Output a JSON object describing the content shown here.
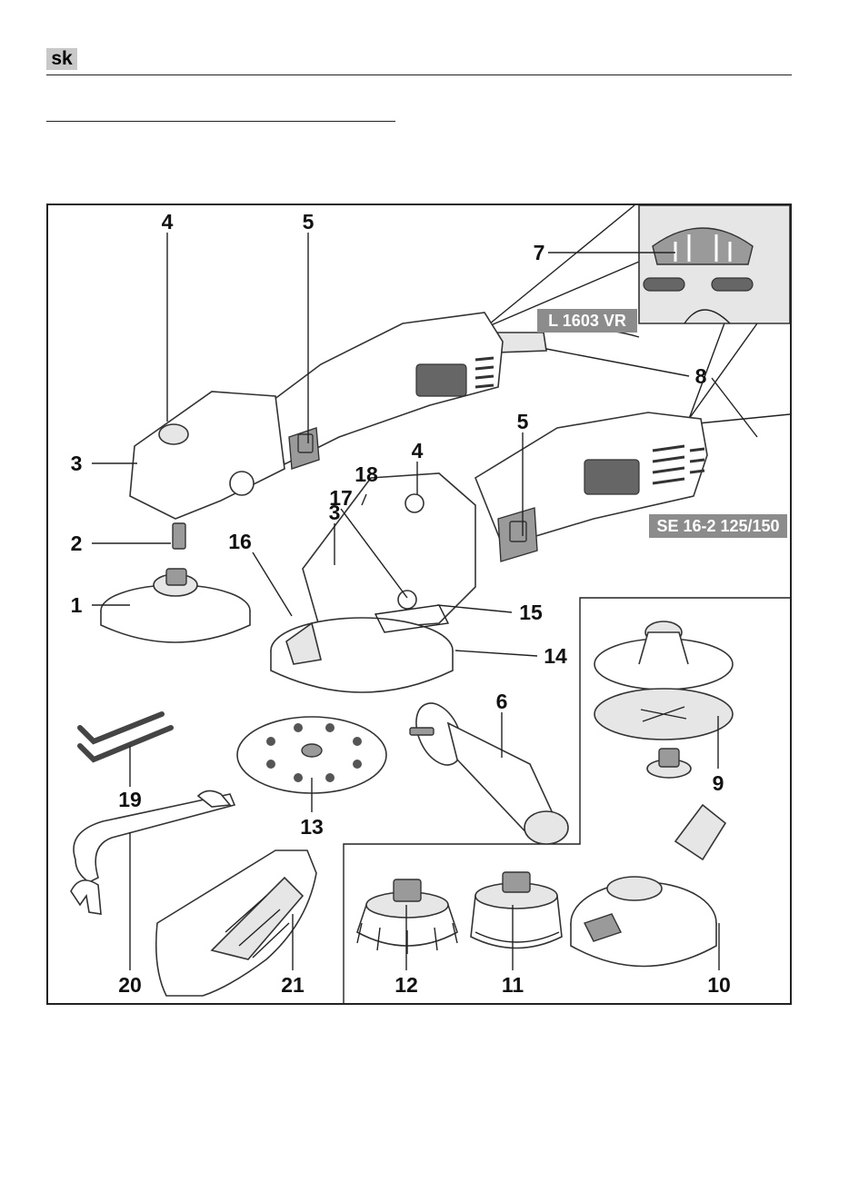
{
  "header": {
    "language_code": "sk"
  },
  "figure": {
    "models": [
      {
        "id": "model-a",
        "label": "L 1603 VR"
      },
      {
        "id": "model-b",
        "label": "SE 16-2 125/150"
      }
    ],
    "callouts": [
      {
        "id": "c4a",
        "label": "4"
      },
      {
        "id": "c5a",
        "label": "5"
      },
      {
        "id": "c7",
        "label": "7"
      },
      {
        "id": "c3a",
        "label": "3"
      },
      {
        "id": "c8",
        "label": "8"
      },
      {
        "id": "c5b",
        "label": "5"
      },
      {
        "id": "c4b",
        "label": "4"
      },
      {
        "id": "c18",
        "label": "18"
      },
      {
        "id": "c17",
        "label": "17"
      },
      {
        "id": "c3b",
        "label": "3"
      },
      {
        "id": "c2",
        "label": "2"
      },
      {
        "id": "c16",
        "label": "16"
      },
      {
        "id": "c1",
        "label": "1"
      },
      {
        "id": "c15",
        "label": "15"
      },
      {
        "id": "c14",
        "label": "14"
      },
      {
        "id": "c6",
        "label": "6"
      },
      {
        "id": "c9",
        "label": "9"
      },
      {
        "id": "c19",
        "label": "19"
      },
      {
        "id": "c13",
        "label": "13"
      },
      {
        "id": "c12",
        "label": "12"
      },
      {
        "id": "c11",
        "label": "11"
      },
      {
        "id": "c10",
        "label": "10"
      },
      {
        "id": "c20",
        "label": "20"
      },
      {
        "id": "c21",
        "label": "21"
      }
    ]
  }
}
